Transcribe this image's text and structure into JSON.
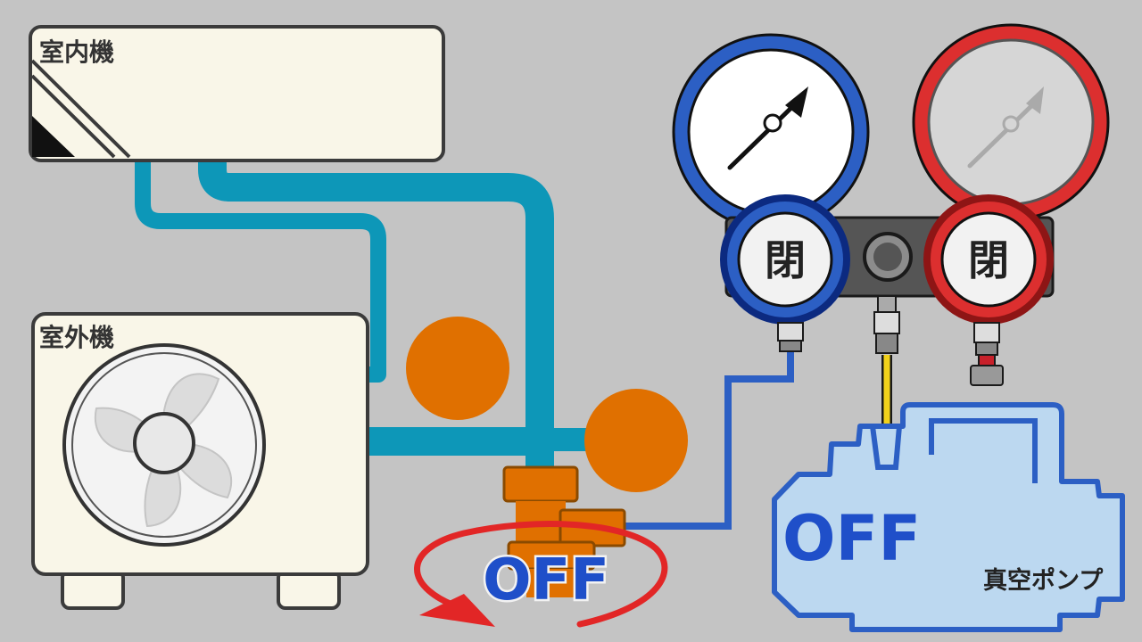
{
  "indoor_unit": {
    "label": "室内機"
  },
  "outdoor_unit": {
    "label": "室外機"
  },
  "manifold": {
    "low_valve_label": "閉",
    "high_valve_label": "閉"
  },
  "service_valve": {
    "state_label": "OFF"
  },
  "vacuum_pump": {
    "state_label": "OFF",
    "label": "真空ポンプ"
  },
  "colors": {
    "background": "#c4c4c4",
    "pipe": "#0d97b8",
    "valve_orange": "#e07000",
    "low_side_blue": "#2c5fc4",
    "high_side_red": "#dc2f2f",
    "off_text_blue": "#1f4fc9",
    "pump_fill": "#bcd8f0"
  }
}
